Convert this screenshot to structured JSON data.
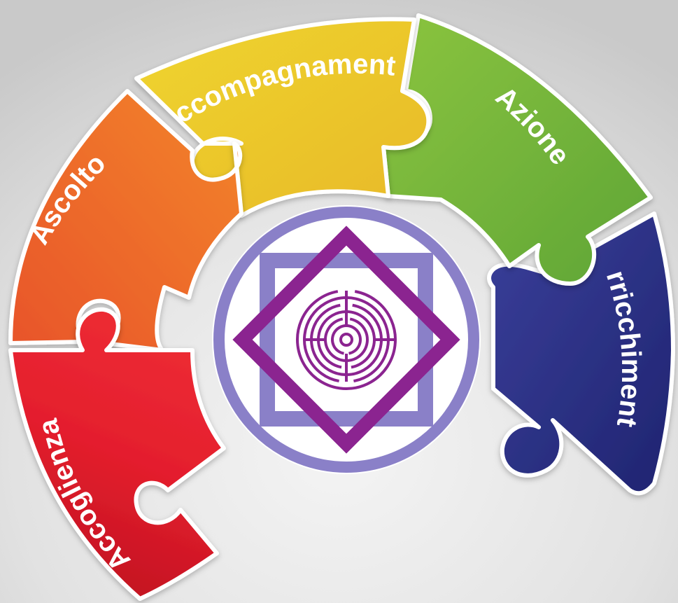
{
  "segments": [
    {
      "label": "Accoglienza",
      "color": "#e41e2d"
    },
    {
      "label": "Ascolto",
      "color": "#ee6f26"
    },
    {
      "label": "Accompagnamento",
      "color": "#f0c52a"
    },
    {
      "label": "Azione",
      "color": "#7cba3b"
    },
    {
      "label": "Arricchimento",
      "color": "#2b318a"
    }
  ],
  "center_emblem": {
    "circle_color": "#8a80c8",
    "square_color": "#8a80c8",
    "diamond_color": "#8b2490",
    "labyrinth_color": "#8b2490"
  }
}
